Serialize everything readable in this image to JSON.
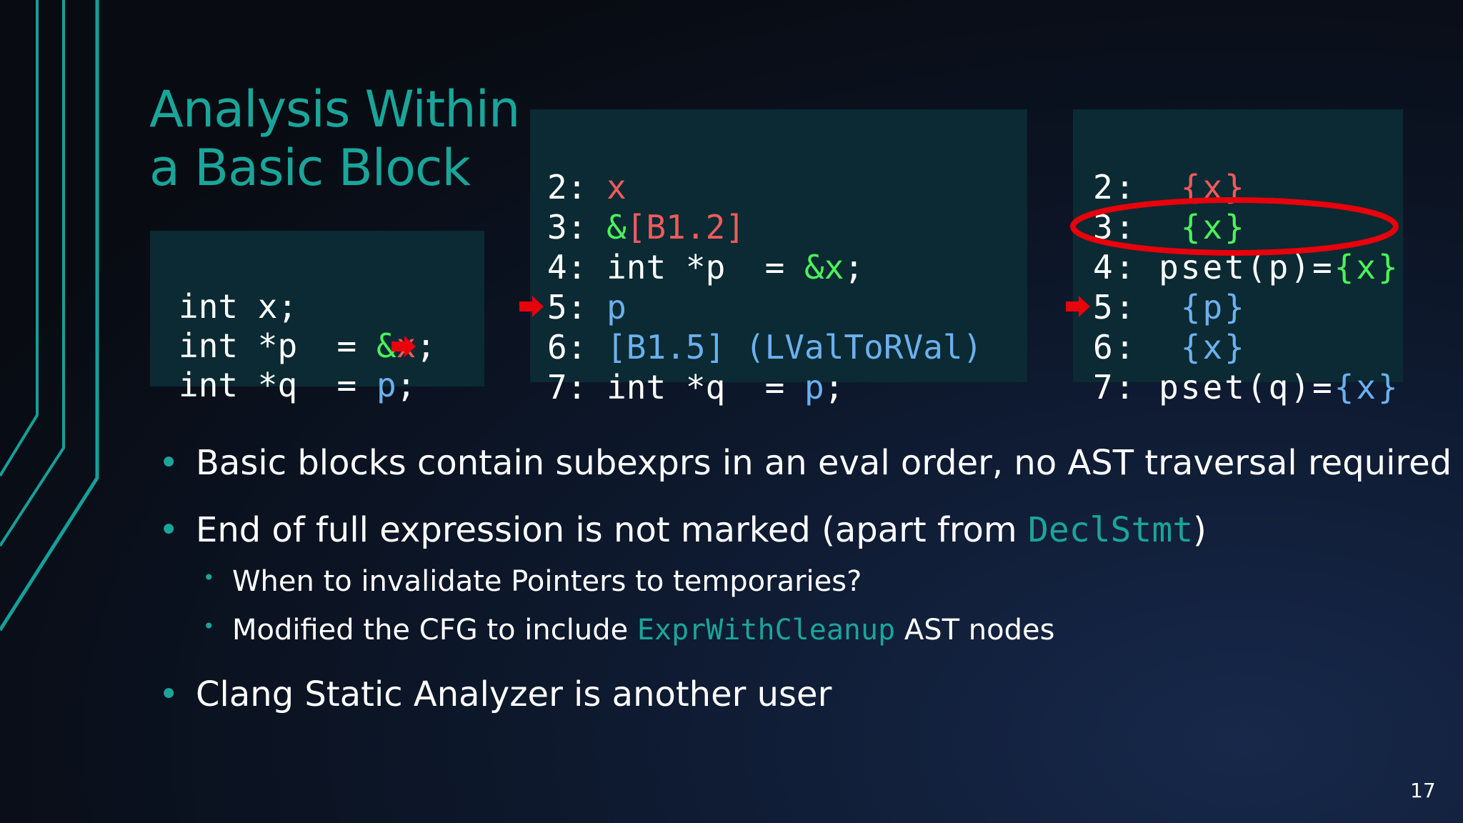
{
  "slide": {
    "title_line1": "Analysis Within",
    "title_line2": "a Basic Block",
    "page_number": "17"
  },
  "source_code": [
    {
      "a": "int x;",
      "b": "",
      "c": ""
    },
    {
      "a": "int *p  = ",
      "b": "&",
      "c": "x",
      "d": ";"
    },
    {
      "a": "int *q  = ",
      "b": "p",
      "c": ";"
    }
  ],
  "cfg_block": {
    "l2": {
      "n": "2: ",
      "v": "x"
    },
    "l3": {
      "n": "3: ",
      "amp": "&",
      "v": "[B1.2]"
    },
    "l4": {
      "n": "4: ",
      "t": "int *p  = ",
      "v": "&x",
      "e": ";"
    },
    "l5": {
      "n": "5: ",
      "v": "p"
    },
    "l6": {
      "n": "6: ",
      "v": "[B1.5] (LValToRVal)"
    },
    "l7": {
      "n": "7: ",
      "t": "int *q  = ",
      "v": "p",
      "e": ";"
    }
  },
  "psets": {
    "l2": {
      "n": "2: ",
      "v": "{x}"
    },
    "l3": {
      "n": "3: ",
      "v": "{x}"
    },
    "l4": {
      "n": "4: ",
      "t": "pset(p)=",
      "v": "{x}"
    },
    "l5": {
      "n": "5: ",
      "v": "{p}"
    },
    "l6": {
      "n": "6: ",
      "v": "{x}"
    },
    "l7": {
      "n": "7: ",
      "t": "pset(q)=",
      "v": "{x}"
    }
  },
  "bullets": {
    "b1": "Basic blocks contain subexprs in an eval order, no AST traversal required",
    "b2_pre": "End of full expression is not marked (apart from ",
    "b2_code": "DeclStmt",
    "b2_post": ")",
    "s1": "When to invalidate Pointers to temporaries?",
    "s2_pre": "Modified the CFG to include ",
    "s2_code": "ExprWithCleanup",
    "s2_post": " AST nodes",
    "b3": "Clang Static Analyzer is another user",
    "bullet_glyph": "•"
  },
  "colors": {
    "accent": "#1aa59a",
    "code_box": "#0b2a33",
    "red": "#ef5b5b",
    "green": "#4cf25a",
    "blue": "#6cb0ee",
    "highlight": "#e8000b"
  },
  "icons": [
    "red-arrow-icon",
    "highlight-ellipse"
  ]
}
